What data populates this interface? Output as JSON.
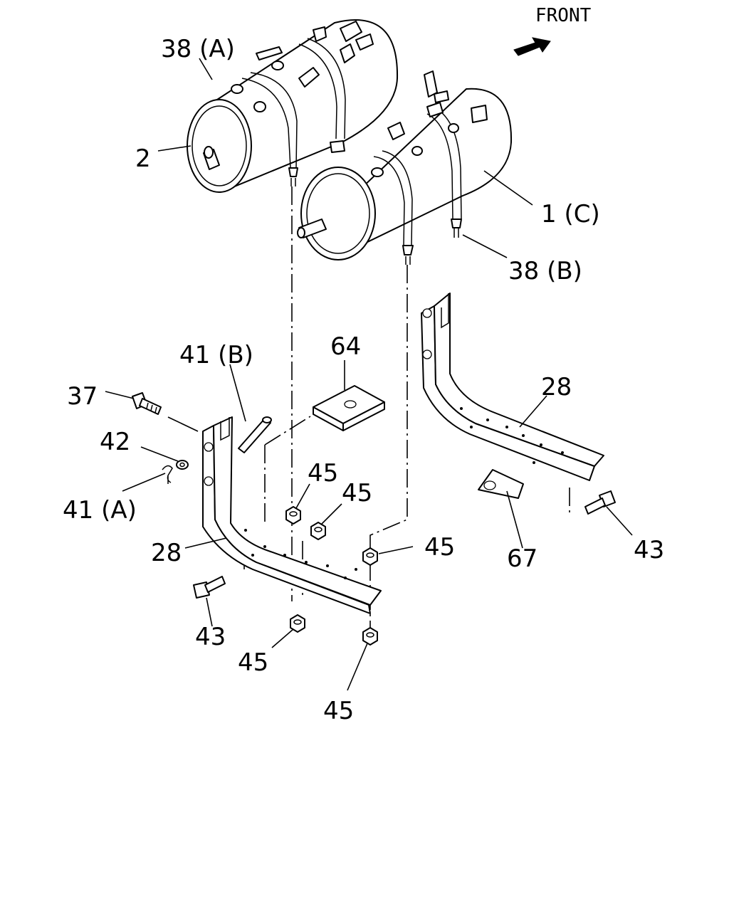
{
  "diagram": {
    "direction_label": "FRONT",
    "callouts": {
      "c38a": "38 (A)",
      "c2": "2",
      "c1c": "1 (C)",
      "c38b": "38 (B)",
      "c41b": "41 (B)",
      "c64": "64",
      "c37": "37",
      "c42": "42",
      "c41a": "41 (A)",
      "c45_1": "45",
      "c45_2": "45",
      "c45_3": "45",
      "c45_4": "45",
      "c45_5": "45",
      "c28_left": "28",
      "c28_right": "28",
      "c43_left": "43",
      "c43_right": "43",
      "c67": "67"
    }
  }
}
